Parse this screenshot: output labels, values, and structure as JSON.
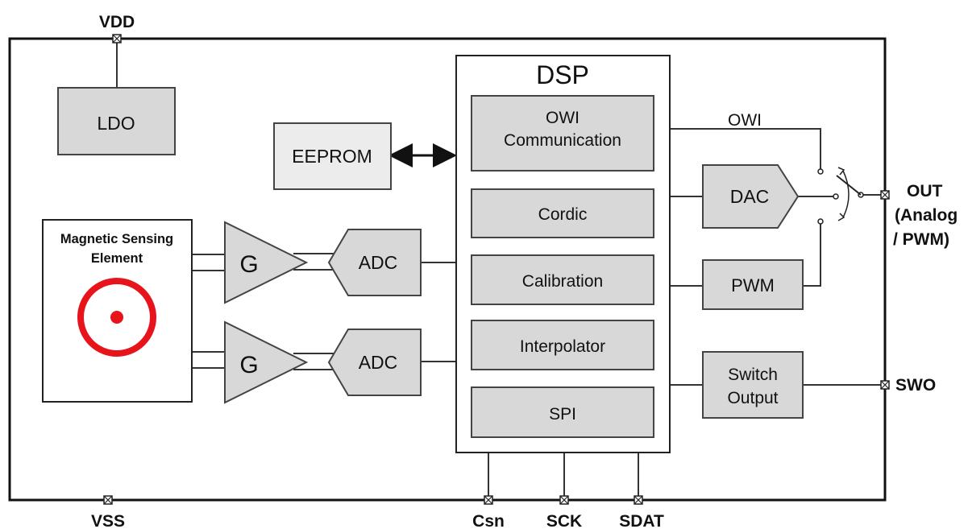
{
  "pins": {
    "vdd": "VDD",
    "vss": "VSS",
    "csn": "Csn",
    "sck": "SCK",
    "sdat": "SDAT",
    "out": [
      "OUT",
      "(Analog",
      "/ PWM)"
    ],
    "swo": "SWO"
  },
  "blocks": {
    "ldo": "LDO",
    "eeprom": "EEPROM",
    "sensor": [
      "Magnetic Sensing",
      "Element"
    ],
    "gain1": "G",
    "gain2": "G",
    "adc1": "ADC",
    "adc2": "ADC",
    "dac": "DAC",
    "pwm": "PWM",
    "switch_output": [
      "Switch",
      "Output"
    ]
  },
  "dsp": {
    "title": "DSP",
    "modules": {
      "owi": [
        "OWI",
        "Communication"
      ],
      "cordic": "Cordic",
      "calibration": "Calibration",
      "interpolator": "Interpolator",
      "spi": "SPI"
    }
  },
  "signals": {
    "owi": "OWI"
  },
  "colors": {
    "block_fill": "#d8d8d8",
    "block_stroke": "#444444",
    "sensor_symbol": "#e8141b"
  }
}
